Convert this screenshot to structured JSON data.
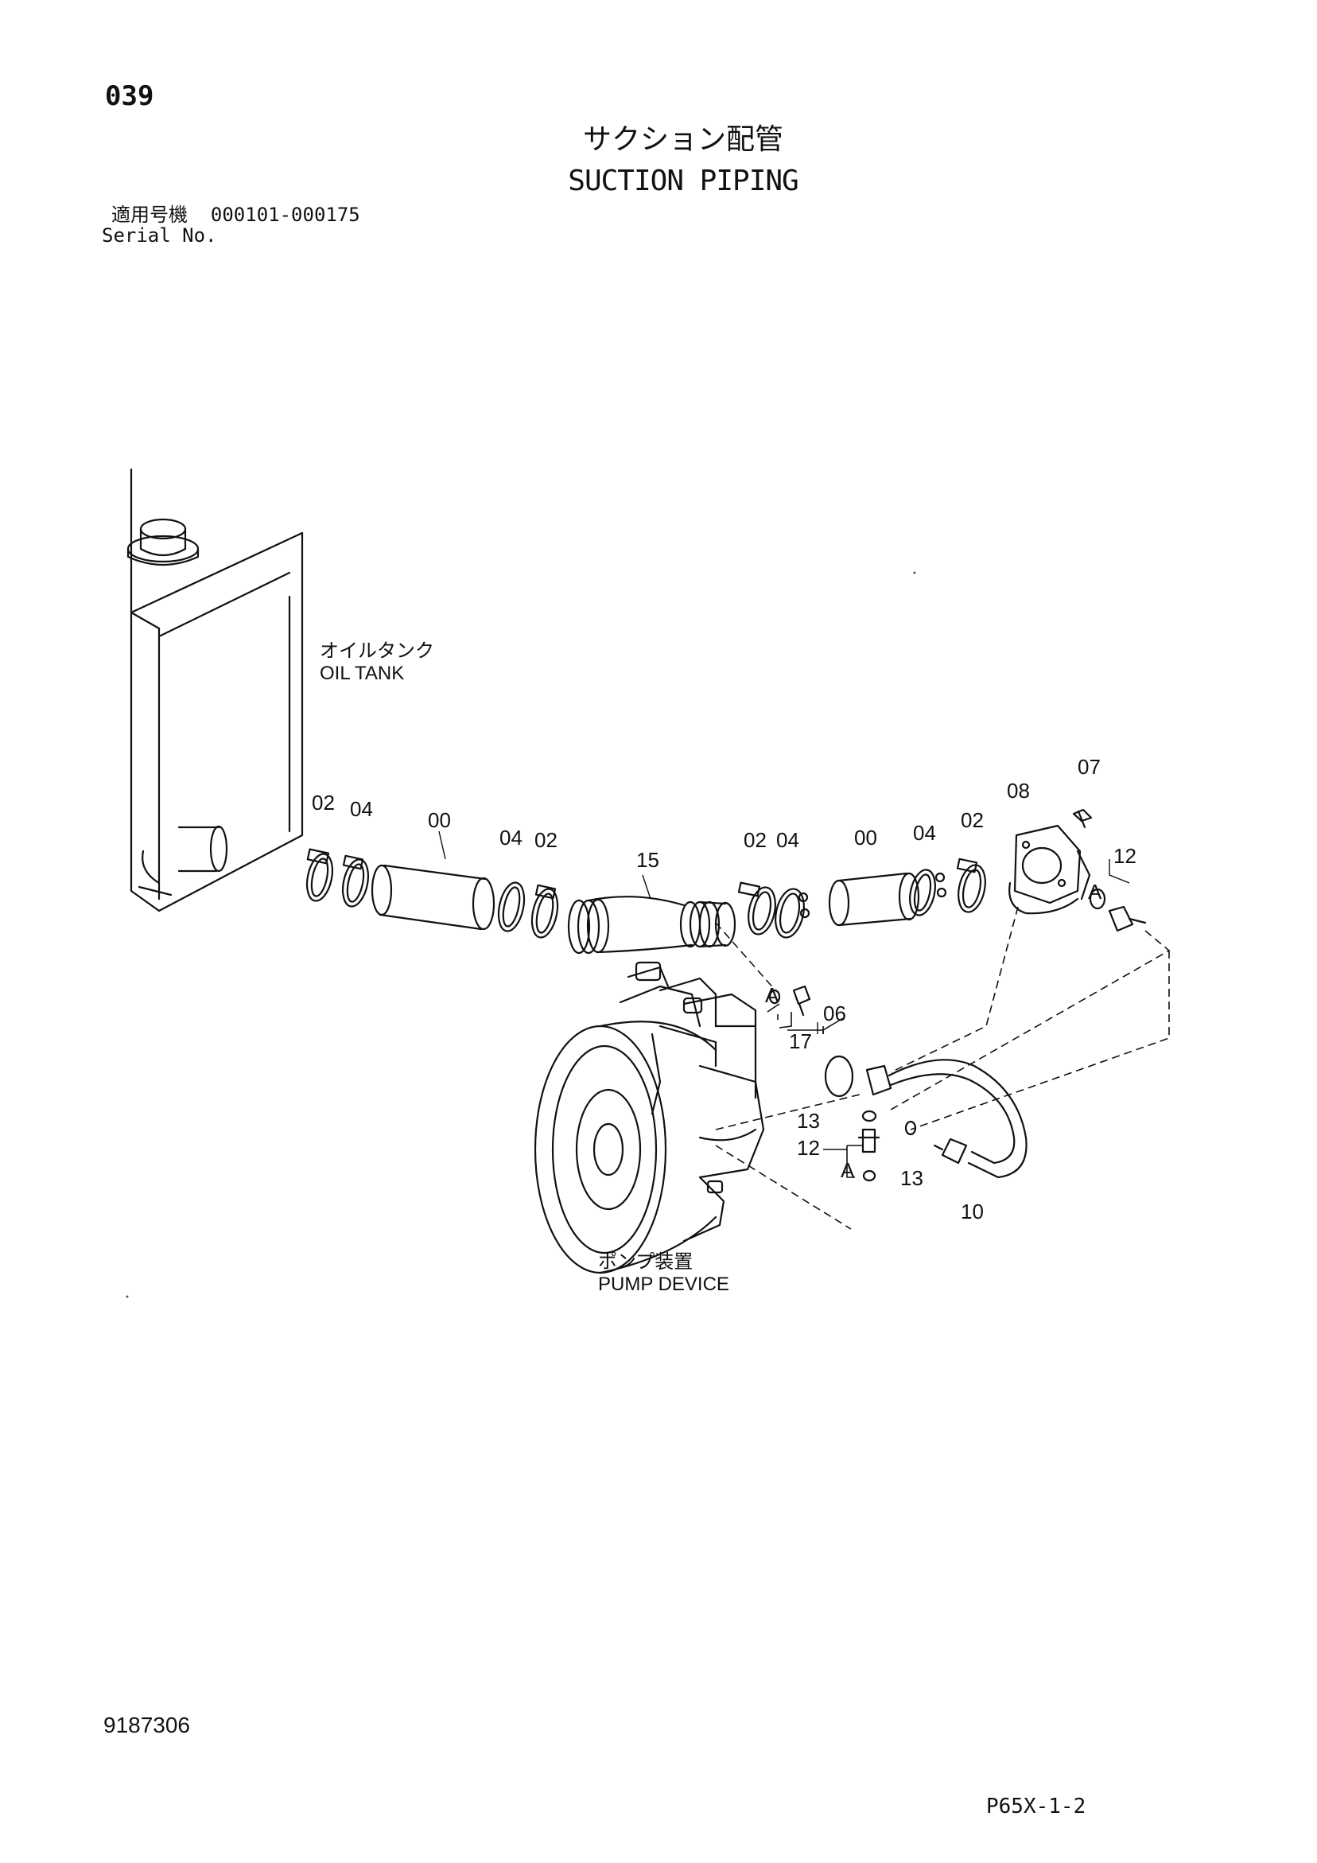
{
  "page": {
    "number": "039",
    "title_jp": "サクション配管",
    "title_en": "SUCTION PIPING",
    "serial_label_jp": "適用号機",
    "serial_range": "000101-000175",
    "serial_label_en": "Serial No.",
    "document_number": "9187306",
    "plate_code": "P65X-1-2"
  },
  "diagram": {
    "oil_tank": {
      "label_jp": "オイルタンク",
      "label_en": "OIL TANK"
    },
    "pump_device": {
      "label_jp": "ポンプ装置",
      "label_en": "PUMP DEVICE"
    },
    "callouts": {
      "c02a": "02",
      "c04a": "04",
      "c00a": "00",
      "c04b": "04",
      "c02b": "02",
      "c15": "15",
      "c02c": "02",
      "c04c": "04",
      "c00b": "00",
      "c04d": "04",
      "c02d": "02",
      "c08": "08",
      "c07": "07",
      "c12a": "12",
      "refA1": "A",
      "refA2": "A",
      "refA3": "A",
      "c17": "17",
      "c06": "06",
      "c13a": "13",
      "c12b": "12",
      "c13b": "13",
      "c10": "10"
    }
  }
}
